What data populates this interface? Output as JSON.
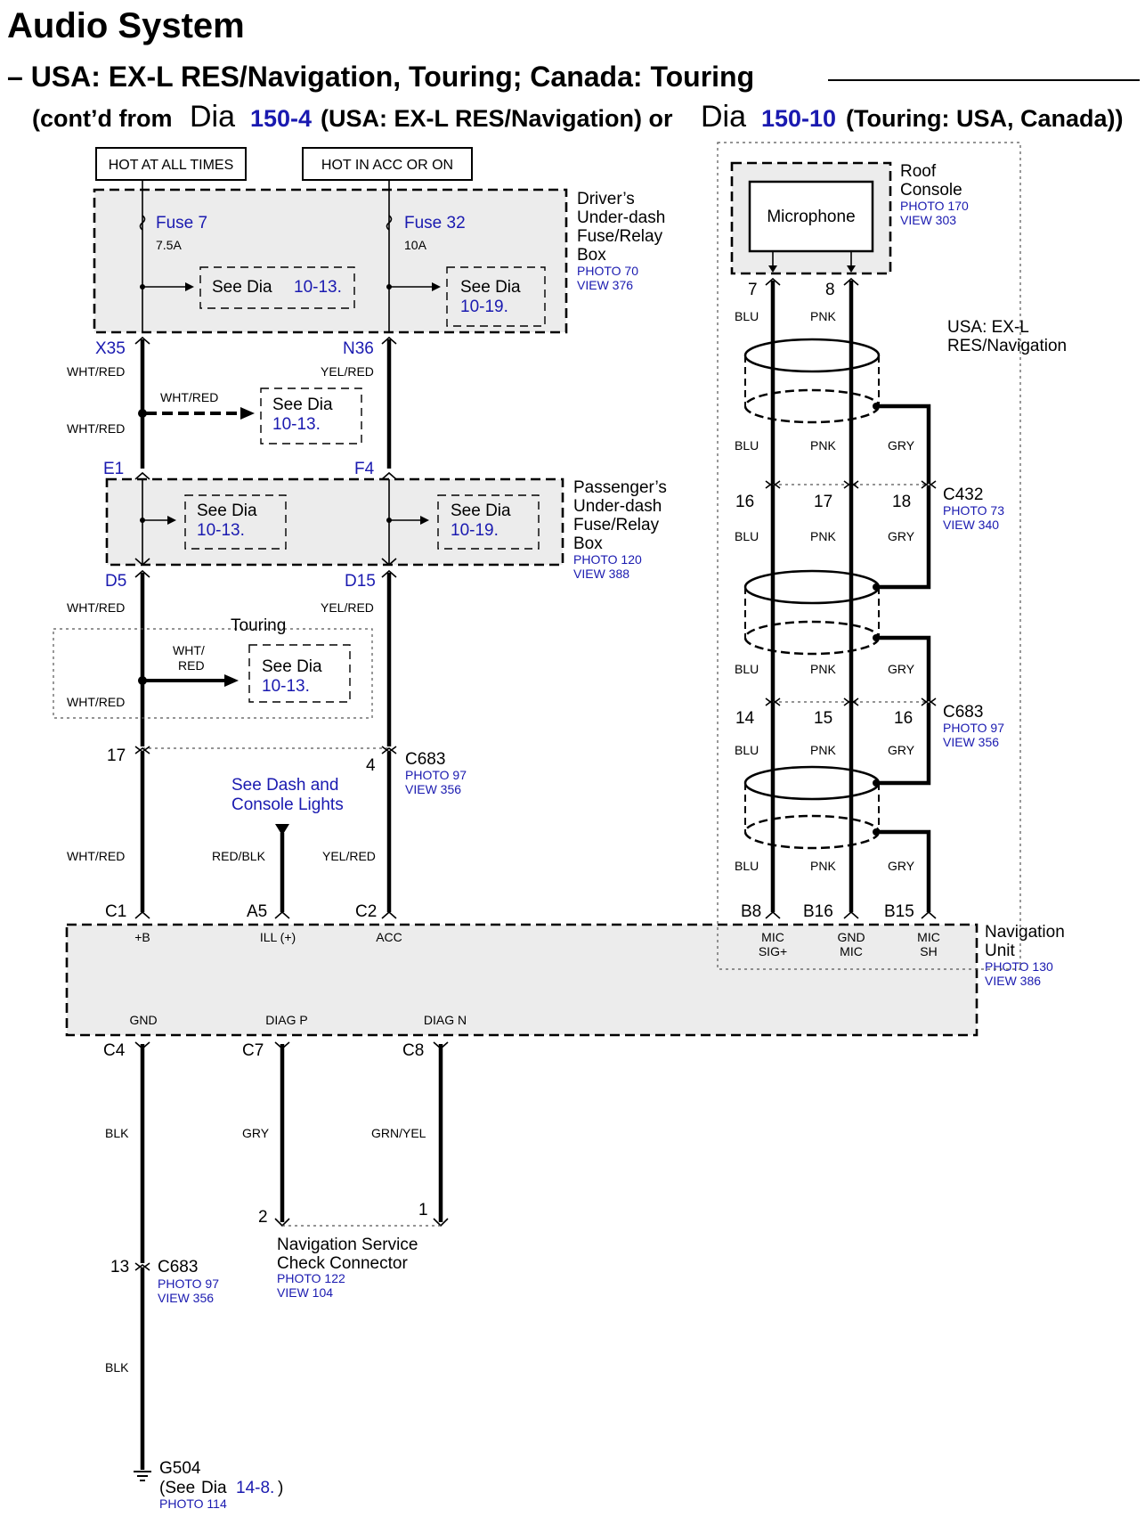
{
  "header": {
    "title": "Audio System",
    "subtitle": "– USA: EX-L RES/Navigation, Touring; Canada: Touring",
    "contd_prefix": "(cont’d from",
    "dia_word": "Dia",
    "dia_ref_1": "150-4",
    "contd_mid": "(USA: EX-L RES/Navigation) or",
    "dia_ref_2": "150-10",
    "contd_suffix": "(Touring: USA, Canada))"
  },
  "power_labels": {
    "hot_all": "HOT AT ALL TIMES",
    "hot_acc": "HOT IN ACC OR ON"
  },
  "drivers_box": {
    "name_lines": [
      "Driver’s",
      "Under-dash",
      "Fuse/Relay",
      "Box"
    ],
    "photo": "PHOTO 70",
    "view": "VIEW 376",
    "fuse7": "Fuse 7",
    "fuse7_amp": "7.5A",
    "fuse32": "Fuse 32",
    "fuse32_amp": "10A",
    "see_dia": "See Dia",
    "ref1": "10-13.",
    "ref2": "10-19."
  },
  "passengers_box": {
    "name_lines": [
      "Passenger’s",
      "Under-dash",
      "Fuse/Relay",
      "Box"
    ],
    "photo": "PHOTO 120",
    "view": "VIEW 388",
    "ref1": "10-13.",
    "ref2": "10-19."
  },
  "left_circuit": {
    "x35": "X35",
    "n36": "N36",
    "e1": "E1",
    "f4": "F4",
    "d5": "D5",
    "d15": "D15",
    "wht_red": "WHT/RED",
    "yel_red": "YEL/RED",
    "see_dia_ref": "10-13.",
    "touring": "Touring",
    "wht": "WHT/",
    "red": "RED",
    "pin17": "17",
    "pin4": "4",
    "c683": "C683",
    "c683_photo": "PHOTO 97",
    "c683_view": "VIEW 356",
    "dash_lights_1": "See Dash and",
    "dash_lights_2": "Console Lights",
    "red_blk": "RED/BLK"
  },
  "nav_unit": {
    "name_lines": [
      "Navigation",
      "Unit"
    ],
    "photo": "PHOTO 130",
    "view": "VIEW 386",
    "pins_top": [
      "C1",
      "A5",
      "C2",
      "B8",
      "B16",
      "B15"
    ],
    "labels_top": [
      "+B",
      "ILL (+)",
      "ACC",
      "MIC",
      "SIG+",
      "GND",
      "MIC",
      "MIC",
      "SH"
    ],
    "pins_bottom": [
      "C4",
      "C7",
      "C8"
    ],
    "labels_bottom": [
      "GND",
      "DIAG P",
      "DIAG N"
    ]
  },
  "bottom_circuit": {
    "blk": "BLK",
    "gry": "GRY",
    "grn_yel": "GRN/YEL",
    "pin2": "2",
    "pin1": "1",
    "check_1": "Navigation Service",
    "check_2": "Check Connector",
    "check_photo": "PHOTO 122",
    "check_view": "VIEW 104",
    "pin13": "13",
    "c683": "C683",
    "c683_photo": "PHOTO 97",
    "c683_view": "VIEW 356",
    "g504": "G504",
    "g504_see": "(See",
    "g504_ref": "14-8.",
    "g504_close": ")",
    "g504_photo": "PHOTO 114"
  },
  "mic_circuit": {
    "roof_1": "Roof",
    "roof_2": "Console",
    "roof_photo": "PHOTO 170",
    "roof_view": "VIEW 303",
    "microphone": "Microphone",
    "pin7": "7",
    "pin8": "8",
    "blu": "BLU",
    "pnk": "PNK",
    "gry": "GRY",
    "usa_1": "USA: EX-L",
    "usa_2": "RES/Navigation",
    "pins_c432": [
      "16",
      "17",
      "18"
    ],
    "c432": "C432",
    "c432_photo": "PHOTO 73",
    "c432_view": "VIEW 340",
    "pins_c683": [
      "14",
      "15",
      "16"
    ],
    "c683": "C683",
    "c683_photo": "PHOTO 97",
    "c683_view": "VIEW 356"
  },
  "colors": {
    "link_blue": "#1a1ab0",
    "box_shade": "#ececec"
  }
}
